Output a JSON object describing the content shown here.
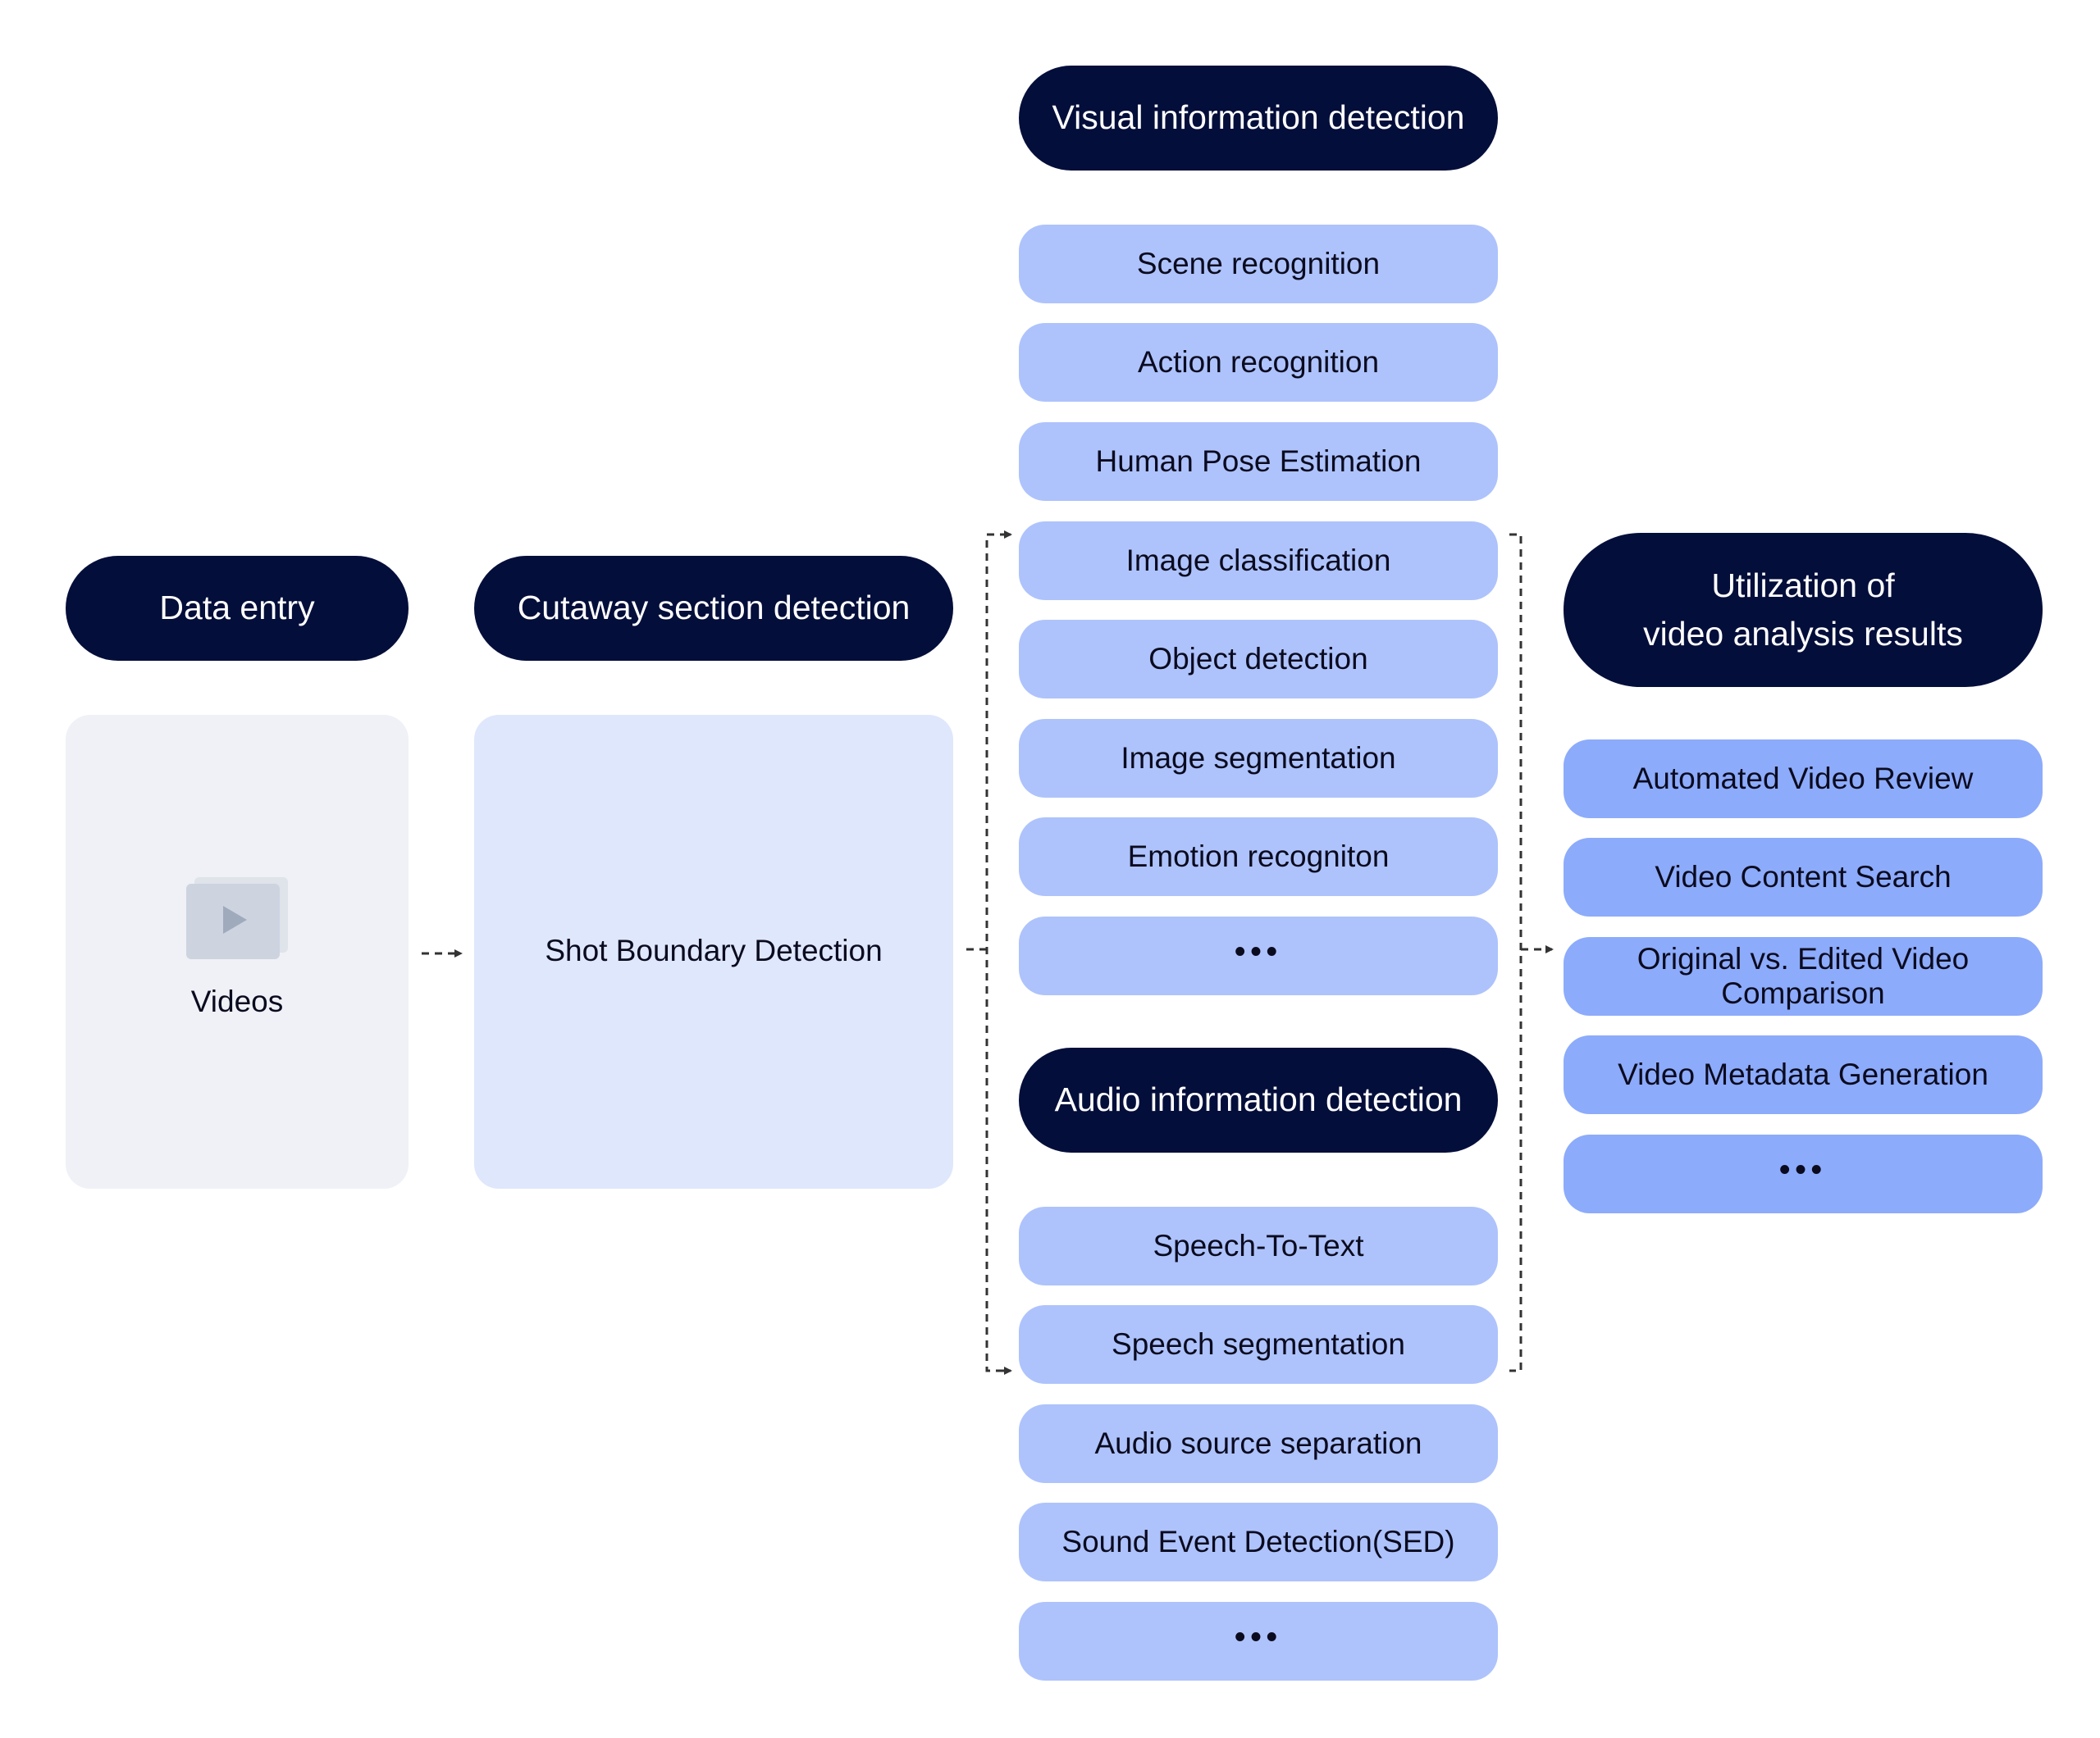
{
  "data_entry": {
    "header": "Data entry",
    "panel_label": "Videos",
    "icon": "video-play-icon"
  },
  "cutaway": {
    "header": "Cutaway section detection",
    "panel_label": "Shot Boundary Detection"
  },
  "visual": {
    "header": "Visual information detection",
    "items": [
      "Scene recognition",
      "Action recognition",
      "Human Pose Estimation",
      "Image classification",
      "Object detection",
      "Image segmentation",
      "Emotion recogniton",
      "•••"
    ]
  },
  "audio": {
    "header": "Audio information detection",
    "items": [
      "Speech-To-Text",
      "Speech segmentation",
      "Audio source separation",
      "Sound Event Detection(SED)",
      "•••"
    ]
  },
  "utilization": {
    "header": "Utilization of\nvideo analysis results",
    "items": [
      "Automated Video Review",
      "Video Content Search",
      "Original vs. Edited Video Comparison",
      "Video Metadata Generation",
      "•••"
    ]
  },
  "colors": {
    "header_bg": "#040e3a",
    "item_bg": "#aec3fc",
    "util_item_bg": "#8dabfb",
    "data_panel_bg": "#eff1f6",
    "cutaway_panel_bg": "#dfe7fc",
    "connector": "#333333"
  }
}
